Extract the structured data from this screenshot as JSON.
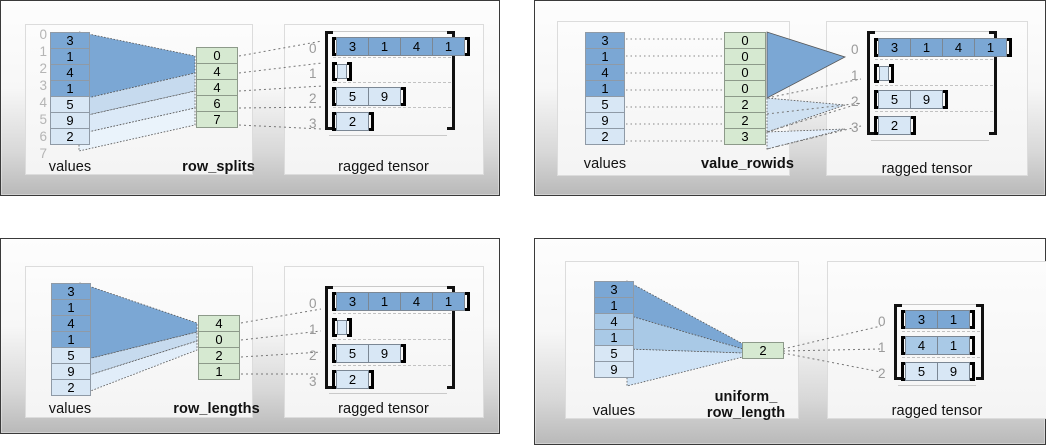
{
  "palette": {
    "dark_blue": "#7ba7d4",
    "mid_blue": "#a9c9e6",
    "light_blue": "#d8e7f5",
    "green": "#d6e9d1",
    "cell_border": "#8f9aa6",
    "bracket": "#111111",
    "index_text": "#b5b5b5",
    "panel_border": "#3a3a3a"
  },
  "labels": {
    "values": "values",
    "ragged_tensor": "ragged tensor"
  },
  "panels": [
    {
      "id": "row_splits",
      "encoding_label": "row_splits",
      "values_label": "values",
      "ragged_label": "ragged tensor",
      "values": [
        3,
        1,
        4,
        1,
        5,
        9,
        2
      ],
      "values_shades": [
        "dark",
        "dark",
        "dark",
        "dark",
        "light",
        "light",
        "light"
      ],
      "value_index_labels": [
        "0",
        "1",
        "2",
        "3",
        "4",
        "5",
        "6",
        "7"
      ],
      "encoding_values": [
        0,
        4,
        4,
        6,
        7
      ],
      "ragged_rows": [
        {
          "label": "0",
          "cells": [
            3,
            1,
            4,
            1
          ],
          "shade": "dark"
        },
        {
          "label": "1",
          "cells": [],
          "shade": "light"
        },
        {
          "label": "2",
          "cells": [
            5,
            9
          ],
          "shade": "light"
        },
        {
          "label": "3",
          "cells": [
            2
          ],
          "shade": "light"
        }
      ]
    },
    {
      "id": "value_rowids",
      "encoding_label": "value_rowids",
      "values_label": "values",
      "ragged_label": "ragged tensor",
      "values": [
        3,
        1,
        4,
        1,
        5,
        9,
        2
      ],
      "values_shades": [
        "dark",
        "dark",
        "dark",
        "dark",
        "light",
        "light",
        "light"
      ],
      "value_index_labels": [],
      "encoding_values": [
        0,
        0,
        0,
        0,
        2,
        2,
        3
      ],
      "ragged_rows": [
        {
          "label": "0",
          "cells": [
            3,
            1,
            4,
            1
          ],
          "shade": "dark"
        },
        {
          "label": "1",
          "cells": [],
          "shade": "light"
        },
        {
          "label": "2",
          "cells": [
            5,
            9
          ],
          "shade": "light"
        },
        {
          "label": "3",
          "cells": [
            2
          ],
          "shade": "light"
        }
      ]
    },
    {
      "id": "row_lengths",
      "encoding_label": "row_lengths",
      "values_label": "values",
      "ragged_label": "ragged tensor",
      "values": [
        3,
        1,
        4,
        1,
        5,
        9,
        2
      ],
      "values_shades": [
        "dark",
        "dark",
        "dark",
        "dark",
        "light",
        "light",
        "light"
      ],
      "value_index_labels": [],
      "encoding_values": [
        4,
        0,
        2,
        1
      ],
      "ragged_rows": [
        {
          "label": "0",
          "cells": [
            3,
            1,
            4,
            1
          ],
          "shade": "dark"
        },
        {
          "label": "1",
          "cells": [],
          "shade": "light"
        },
        {
          "label": "2",
          "cells": [
            5,
            9
          ],
          "shade": "light"
        },
        {
          "label": "3",
          "cells": [
            2
          ],
          "shade": "light"
        }
      ]
    },
    {
      "id": "uniform_row_length",
      "encoding_label": "uniform_\nrow_length",
      "values_label": "values",
      "ragged_label": "ragged tensor",
      "values": [
        3,
        1,
        4,
        1,
        5,
        9
      ],
      "values_shades": [
        "dark",
        "dark",
        "mid",
        "mid",
        "light",
        "light"
      ],
      "value_index_labels": [],
      "encoding_values": [
        2
      ],
      "ragged_rows": [
        {
          "label": "0",
          "cells": [
            3,
            1
          ],
          "shade": "dark"
        },
        {
          "label": "1",
          "cells": [
            4,
            1
          ],
          "shade": "mid"
        },
        {
          "label": "2",
          "cells": [
            5,
            9
          ],
          "shade": "light"
        }
      ]
    }
  ]
}
